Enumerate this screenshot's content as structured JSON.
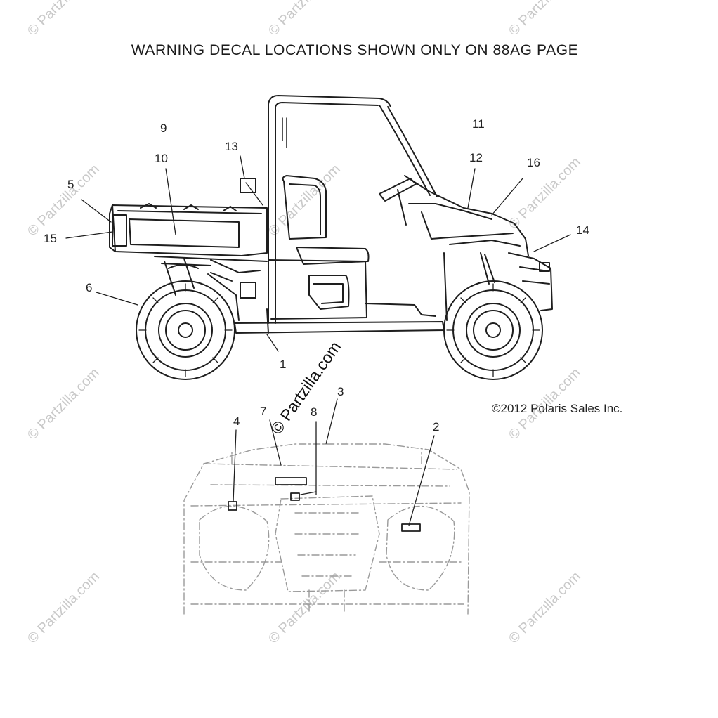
{
  "title": "WARNING DECAL LOCATIONS SHOWN ONLY ON 88AG PAGE",
  "copyright": "©2012 Polaris Sales Inc.",
  "watermark": "© Partzilla.com",
  "callouts": {
    "c1": "1",
    "c2": "2",
    "c3": "3",
    "c4": "4",
    "c5": "5",
    "c6": "6",
    "c7": "7",
    "c8": "8",
    "c9": "9",
    "c10": "10",
    "c11": "11",
    "c12": "12",
    "c13": "13",
    "c14": "14",
    "c15": "15",
    "c16": "16"
  },
  "colors": {
    "line": "#1e1e1e",
    "watermark": "#c9c9c9"
  }
}
